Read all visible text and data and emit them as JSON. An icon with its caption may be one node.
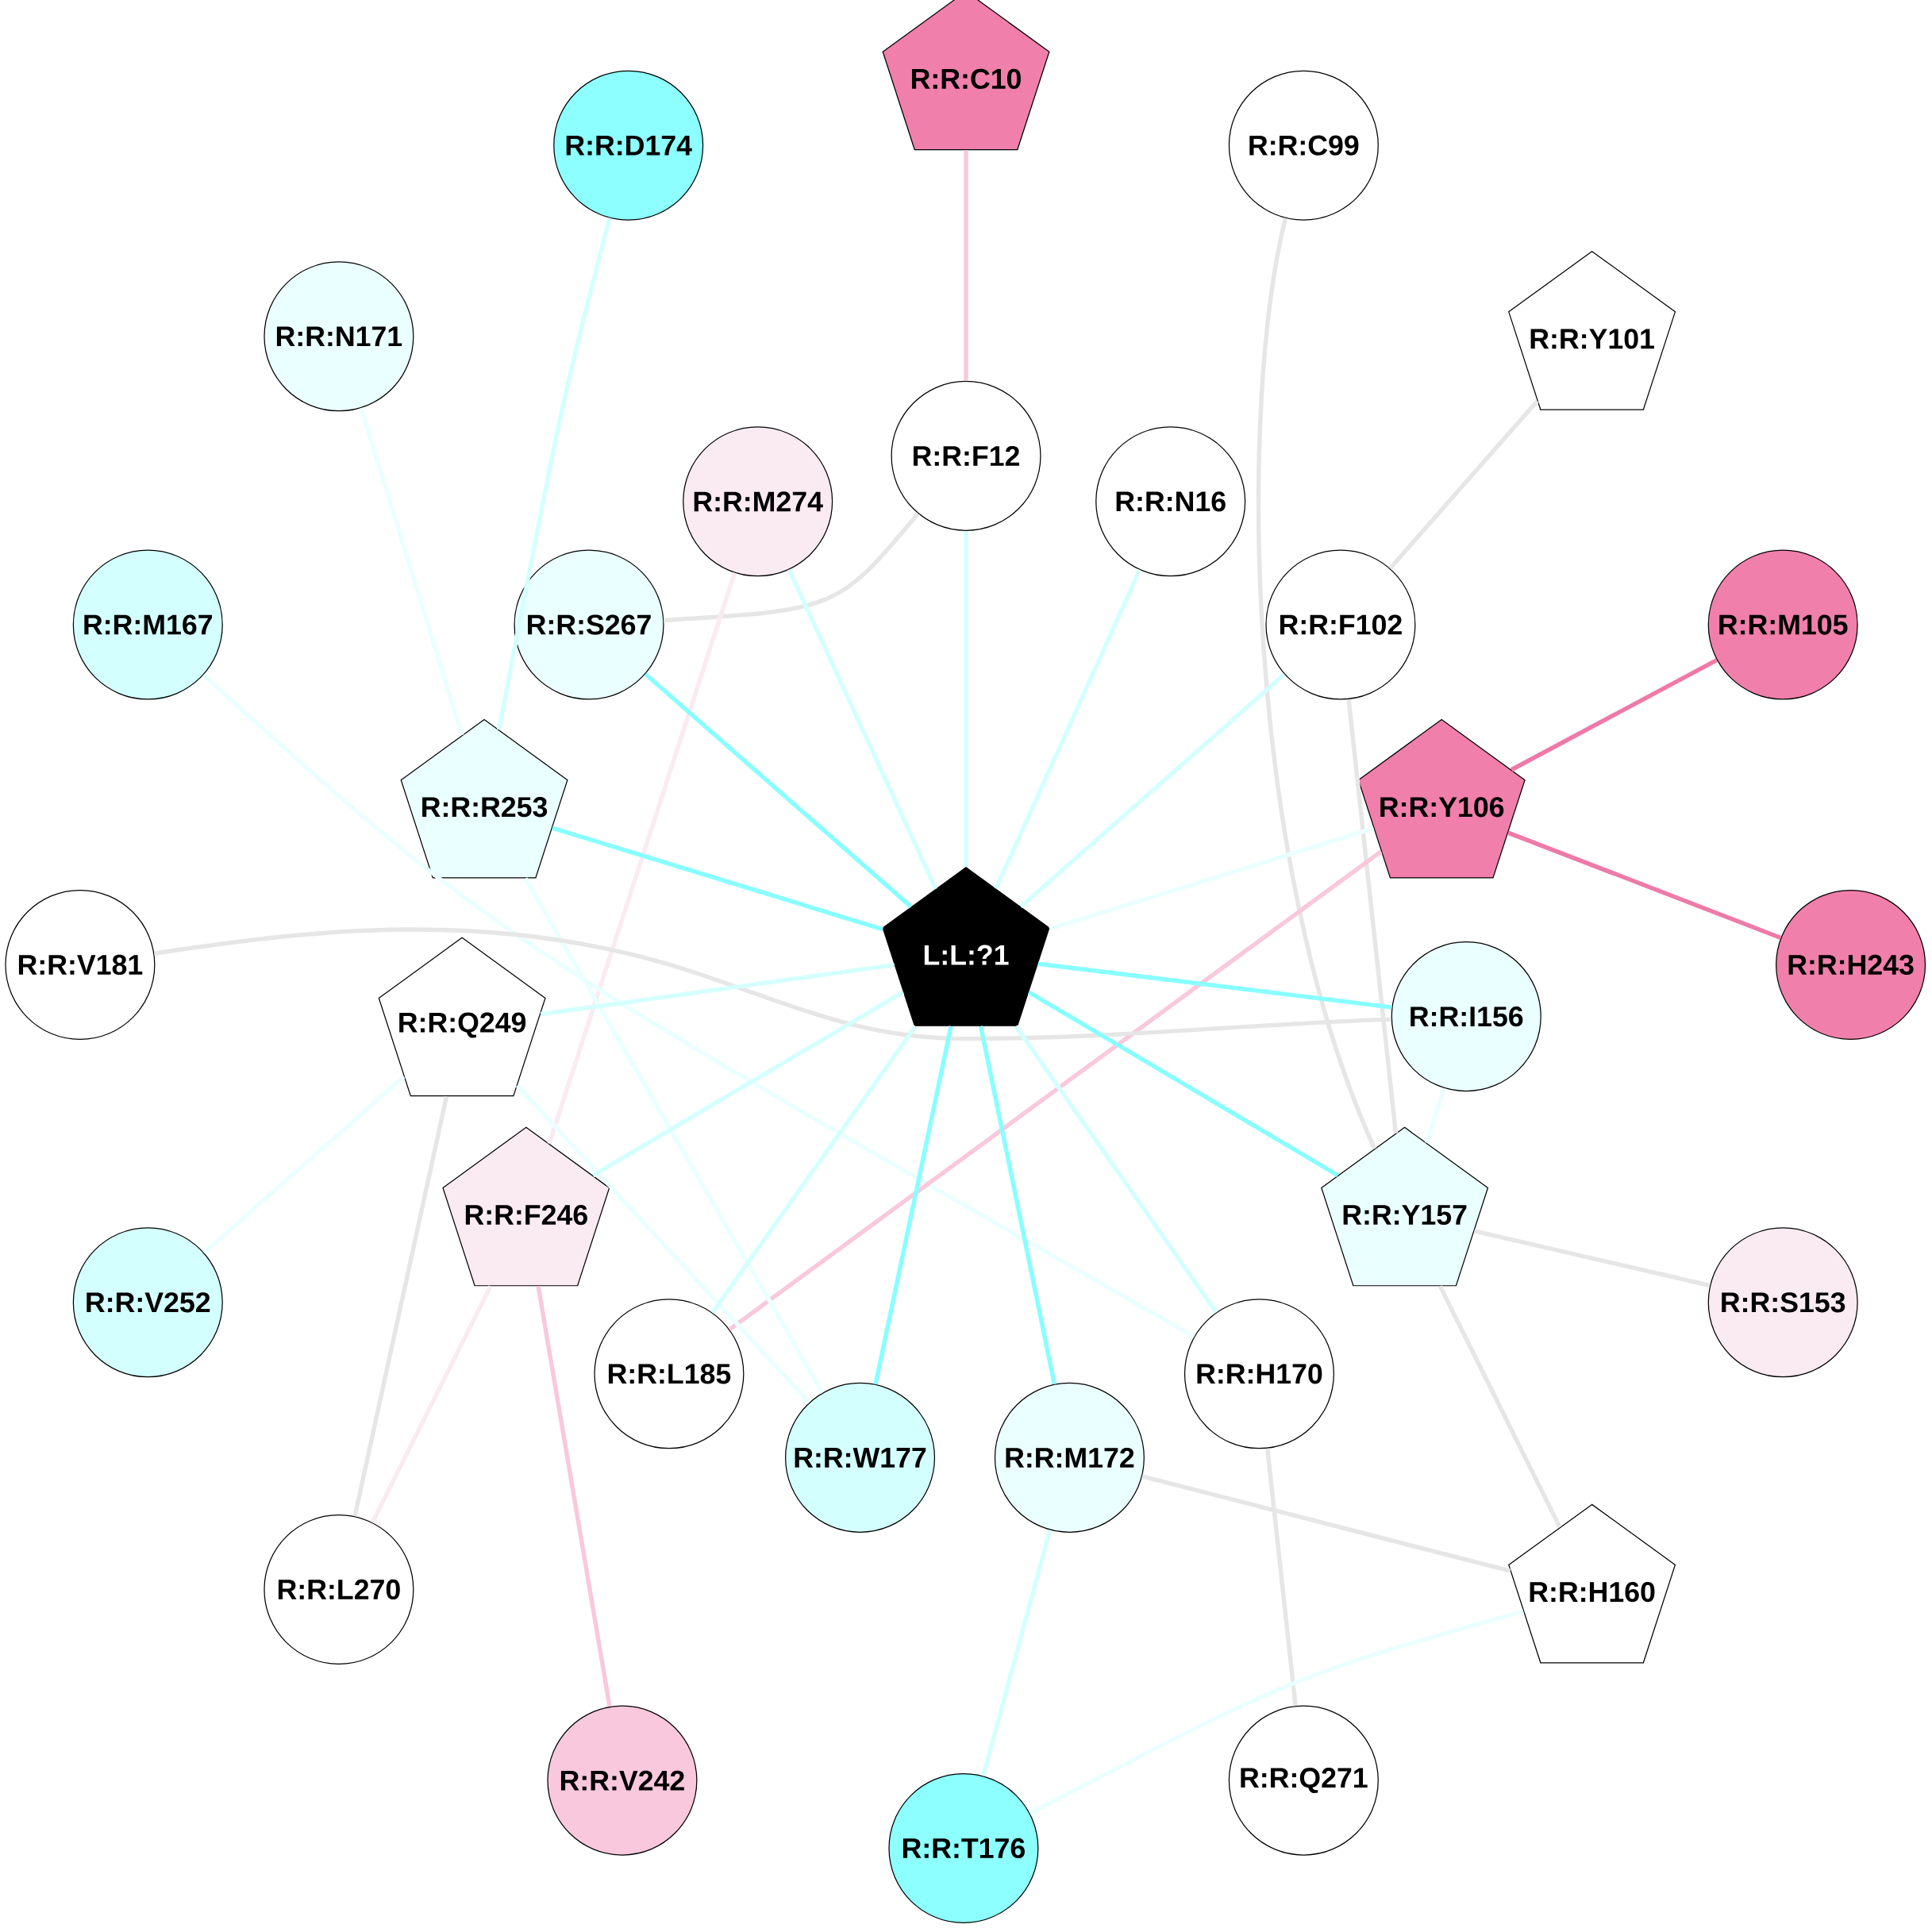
{
  "diagram": {
    "nodes": [
      {
        "text": [
          "L:L:?1"
        ]
      },
      {
        "text": [
          "R:R:C10"
        ]
      },
      {
        "text": [
          "R:R:D174"
        ]
      },
      {
        "text": [
          "R:R:C99"
        ]
      },
      {
        "text": [
          "R:R:N171"
        ]
      },
      {
        "text": [
          "R:R:Y101"
        ]
      },
      {
        "text": [
          "R:R:F12"
        ]
      },
      {
        "text": [
          "R:R:M274"
        ]
      },
      {
        "text": [
          "R:R:N16"
        ]
      },
      {
        "text": [
          "R:R:M167"
        ]
      },
      {
        "text": [
          "R:R:S267"
        ]
      },
      {
        "text": [
          "R:R:F102"
        ]
      },
      {
        "text": [
          "R:R:M105"
        ]
      },
      {
        "text": [
          "R:R:R253"
        ]
      },
      {
        "text": [
          "R:R:Y106"
        ]
      },
      {
        "text": [
          "R:R:V181"
        ]
      },
      {
        "text": [
          "R:R:H243"
        ]
      },
      {
        "text": [
          "R:R:Q249"
        ]
      },
      {
        "text": [
          "R:R:I156"
        ]
      },
      {
        "text": [
          "R:R:F246"
        ]
      },
      {
        "text": [
          "R:R:Y157"
        ]
      },
      {
        "text": [
          "R:R:V252"
        ]
      },
      {
        "text": [
          "R:R:S153"
        ]
      },
      {
        "text": [
          "R:R:L185"
        ]
      },
      {
        "text": [
          "R:R:H170"
        ]
      },
      {
        "text": [
          "R:R:W177"
        ]
      },
      {
        "text": [
          "R:R:M172"
        ]
      },
      {
        "text": [
          "R:R:L270"
        ]
      },
      {
        "text": [
          "R:R:H160"
        ]
      },
      {
        "text": [
          "R:R:V242"
        ]
      },
      {
        "text": [
          "R:R:Q271"
        ]
      },
      {
        "text": [
          "R:R:T176"
        ]
      }
    ],
    "edges": [
      {
        "from": 1,
        "to": 6,
        "arrow": "none",
        "color": "#f9c8dc"
      },
      {
        "from": 2,
        "to": 13,
        "arrow": "none"
      },
      {
        "from": 3,
        "to": 20,
        "arrow": "none",
        "color": "#e6e6e6"
      },
      {
        "from": 4,
        "to": 13,
        "arrow": "none",
        "color": "#eaffff"
      },
      {
        "from": 5,
        "to": 11,
        "arrow": "none",
        "color": "#e6e6e6"
      },
      {
        "from": 6,
        "to": 10,
        "arrow": "none",
        "color": "#e6e6e6"
      },
      {
        "from": 6,
        "to": 0,
        "arrow": "none"
      },
      {
        "from": 7,
        "to": 0,
        "arrow": "none"
      },
      {
        "from": 7,
        "to": 19,
        "arrow": "none",
        "color": "#faeaf2"
      },
      {
        "from": 8,
        "to": 0,
        "arrow": "none"
      },
      {
        "from": 9,
        "to": 24,
        "arrow": "none",
        "color": "#eaffff"
      },
      {
        "from": 10,
        "to": 0,
        "arrow": "none",
        "color": "#88ffff"
      },
      {
        "from": 11,
        "to": 0,
        "arrow": "none"
      },
      {
        "from": 11,
        "to": 20,
        "arrow": "none",
        "color": "#e6e6e6"
      },
      {
        "from": 12,
        "to": 14,
        "arrow": "none",
        "color": "#ee7aa8"
      },
      {
        "from": 14,
        "to": 16,
        "arrow": "none",
        "color": "#ee7aa8"
      },
      {
        "from": 14,
        "to": 0,
        "arrow": "none",
        "color": "#eaffff"
      },
      {
        "from": 14,
        "to": 23,
        "arrow": "none",
        "color": "#f9c8dc"
      },
      {
        "from": 13,
        "to": 0,
        "arrow": "none",
        "color": "#88ffff"
      },
      {
        "from": 13,
        "to": 25,
        "arrow": "none",
        "color": "#eaffff"
      },
      {
        "from": 15,
        "to": 18,
        "arrow": "none",
        "color": "#e6e6e6"
      },
      {
        "from": 17,
        "to": 0,
        "arrow": "none"
      },
      {
        "from": 17,
        "to": 21,
        "arrow": "none",
        "color": "#eaffff"
      },
      {
        "from": 17,
        "to": 27,
        "arrow": "none",
        "color": "#e6e6e6"
      },
      {
        "from": 17,
        "to": 25,
        "arrow": "none",
        "color": "#eaffff"
      },
      {
        "from": 18,
        "to": 0,
        "arrow": "none",
        "color": "#88ffff"
      },
      {
        "from": 18,
        "to": 20,
        "arrow": "none",
        "color": "#eaffff"
      },
      {
        "from": 20,
        "to": 0,
        "arrow": "none",
        "color": "#88ffff"
      },
      {
        "from": 20,
        "to": 22,
        "arrow": "none",
        "color": "#e6e6e6"
      },
      {
        "from": 20,
        "to": 28,
        "arrow": "none",
        "color": "#e6e6e6"
      },
      {
        "from": 19,
        "to": 0,
        "arrow": "none"
      },
      {
        "from": 19,
        "to": 29,
        "arrow": "none",
        "color": "#f9c8dc"
      },
      {
        "from": 19,
        "to": 27,
        "arrow": "none",
        "color": "#faeaf2"
      },
      {
        "from": 23,
        "to": 0,
        "arrow": "none"
      },
      {
        "from": 25,
        "to": 0,
        "arrow": "none",
        "color": "#88ffff"
      },
      {
        "from": 26,
        "to": 0,
        "arrow": "none",
        "color": "#88ffff"
      },
      {
        "from": 26,
        "to": 28,
        "arrow": "none",
        "color": "#e6e6e6"
      },
      {
        "from": 26,
        "to": 31,
        "arrow": "none"
      },
      {
        "from": 24,
        "to": 0,
        "arrow": "none"
      },
      {
        "from": 24,
        "to": 30,
        "arrow": "none",
        "color": "#e6e6e6"
      },
      {
        "from": 28,
        "to": 31,
        "arrow": "none",
        "color": "#eaffff"
      }
    ]
  }
}
